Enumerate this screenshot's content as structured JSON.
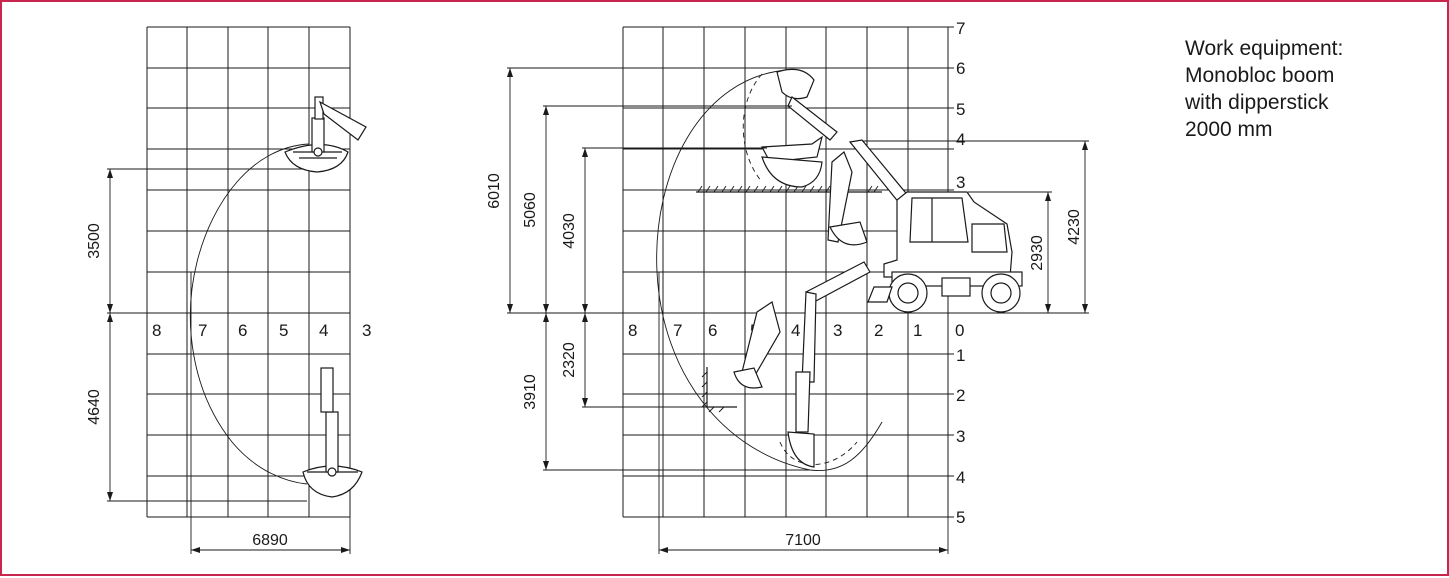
{
  "note": {
    "lines": [
      "Work equipment:",
      "Monobloc boom",
      "with dipperstick",
      "2000 mm"
    ]
  },
  "left_view": {
    "grid_labels": [
      "8",
      "7",
      "6",
      "5",
      "4",
      "3"
    ],
    "dimensions": {
      "upper_height": "3500",
      "lower_depth": "4640",
      "reach": "6890"
    }
  },
  "right_view": {
    "x_labels": [
      "8",
      "7",
      "6",
      "5",
      "4",
      "3",
      "2",
      "1",
      "0"
    ],
    "y_labels_up": [
      "7",
      "6",
      "5",
      "4",
      "3"
    ],
    "y_labels_down": [
      "1",
      "2",
      "3",
      "4",
      "5"
    ],
    "dimensions": {
      "max_height": "6010",
      "dump_height_1": "5060",
      "dump_height_2": "4030",
      "dig_depth_1": "2320",
      "dig_depth_2": "3910",
      "machine_height_1": "2930",
      "machine_height_2": "4230",
      "reach": "7100"
    }
  },
  "colors": {
    "border": "#c8264f",
    "ink": "#1a1a1a"
  }
}
